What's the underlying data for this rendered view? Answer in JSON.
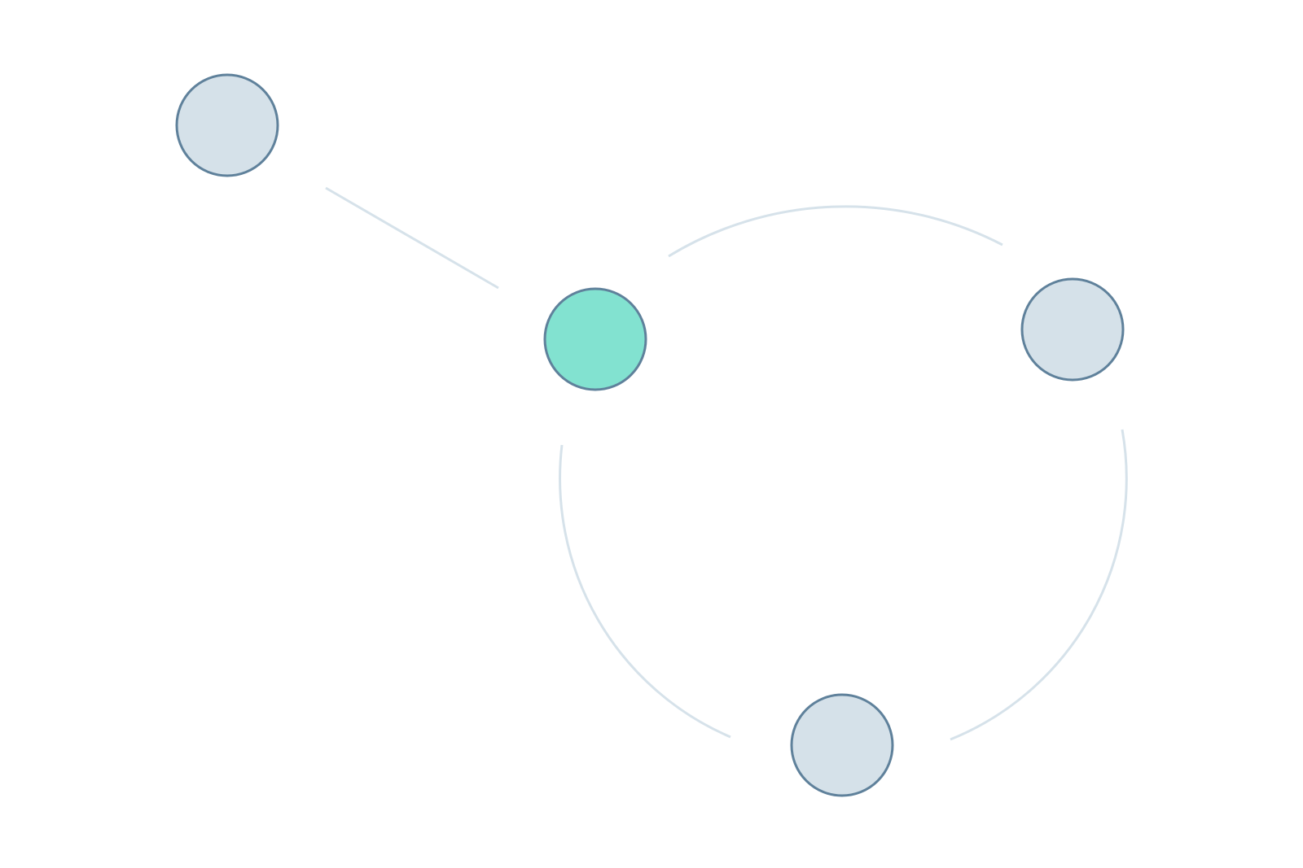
{
  "graph": {
    "colors": {
      "background": "#ffffff",
      "edge": "#d6e2ea",
      "node_fill": "#d5e1e9",
      "node_stroke": "#5f819b",
      "highlight_fill": "#82e2d0"
    },
    "nodes": [
      {
        "id": "node-top-left",
        "highlighted": false
      },
      {
        "id": "node-center",
        "highlighted": true
      },
      {
        "id": "node-right",
        "highlighted": false
      },
      {
        "id": "node-bottom",
        "highlighted": false
      }
    ],
    "edges": [
      {
        "id": "edge-top-left-to-center",
        "from": "node-top-left",
        "to": "node-center",
        "shape": "line"
      },
      {
        "id": "edge-center-to-right",
        "from": "node-center",
        "to": "node-right",
        "shape": "arc"
      },
      {
        "id": "edge-center-to-bottom",
        "from": "node-center",
        "to": "node-bottom",
        "shape": "arc"
      },
      {
        "id": "edge-bottom-to-right",
        "from": "node-bottom",
        "to": "node-right",
        "shape": "arc"
      }
    ]
  }
}
